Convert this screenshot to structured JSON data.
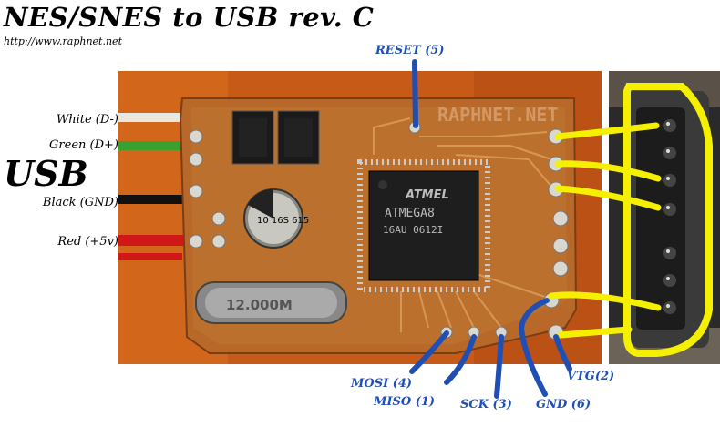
{
  "title": "NES/SNES to USB rev. C",
  "url": "http://www.raphnet.net",
  "usb_heading": "USB",
  "wire_labels": {
    "white": "White (D-)",
    "green": "Green (D+)",
    "black": "Black (GND)",
    "red": "Red (+5v)"
  },
  "pin_labels": {
    "reset": "RESET (5)",
    "mosi": "MOSI (4)",
    "miso": "MISO (1)",
    "sck": "SCK (3)",
    "gnd": "GND (6)",
    "vtg": "VTG(2)"
  },
  "board": {
    "silkscreen": "RAPHNET.NET",
    "chip_brand": "ATMEL",
    "chip_model": "ATMEGA8",
    "chip_code": "16AU 0612I",
    "capacitor_text": "10 16S 615",
    "crystal_text": "12.000M"
  },
  "colors": {
    "annotation_blue": "#1f4fb4",
    "highlight_yellow": "#f5f000",
    "pcb": "#b8692a",
    "background": "#c85a18"
  }
}
